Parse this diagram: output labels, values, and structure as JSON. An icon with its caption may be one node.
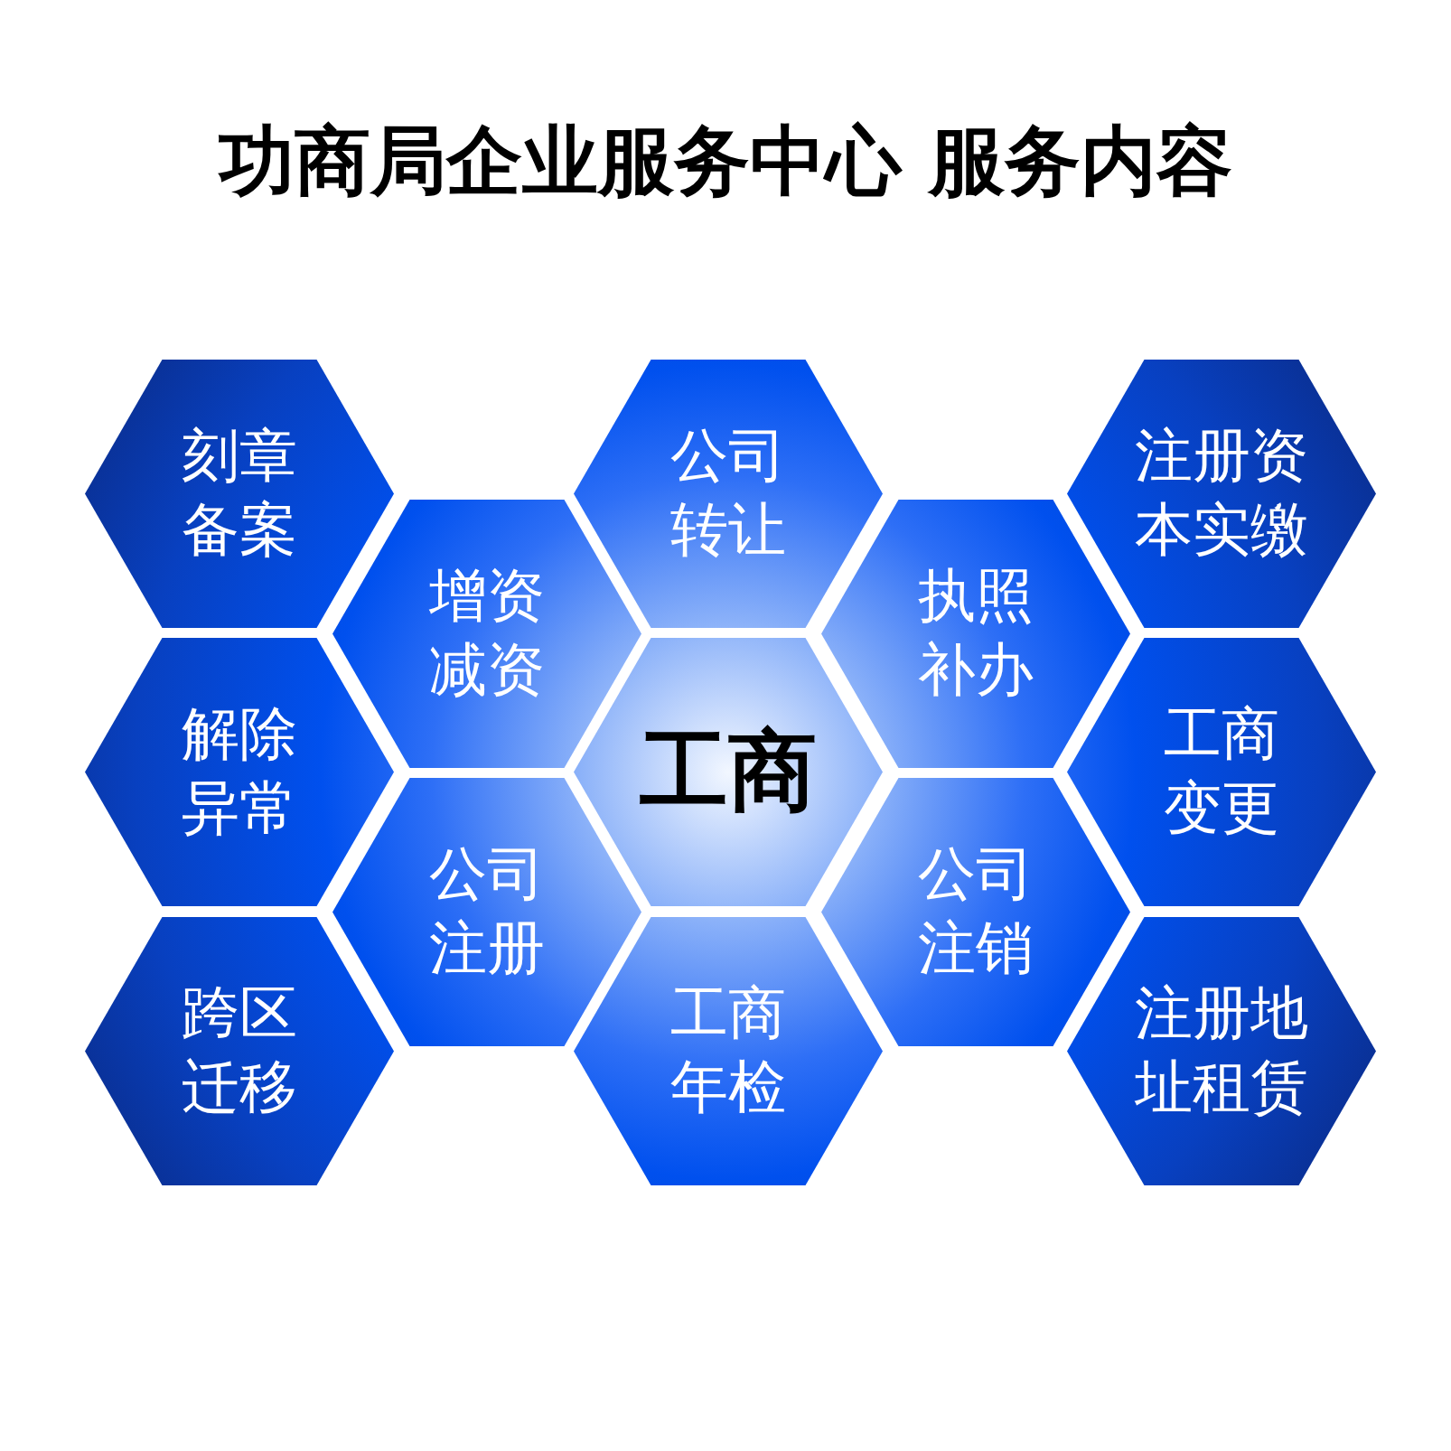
{
  "diagram": {
    "title": "功商局企业服务中心 服务内容",
    "nodes": [
      {
        "text": [
          "刻章备案"
        ]
      },
      {
        "text": [
          "公司转让"
        ]
      },
      {
        "text": [
          "注册资本实缴"
        ]
      },
      {
        "text": [
          "增资减资"
        ]
      },
      {
        "text": [
          "执照补办"
        ]
      },
      {
        "text": [
          "解除异常"
        ]
      },
      {
        "text": [
          "工商"
        ]
      },
      {
        "text": [
          "工商变更"
        ]
      },
      {
        "text": [
          "公司注册"
        ]
      },
      {
        "text": [
          "公司注销"
        ]
      },
      {
        "text": [
          "跨区迁移"
        ]
      },
      {
        "text": [
          "工商年检"
        ]
      },
      {
        "text": [
          "注册地址租赁"
        ]
      }
    ]
  }
}
